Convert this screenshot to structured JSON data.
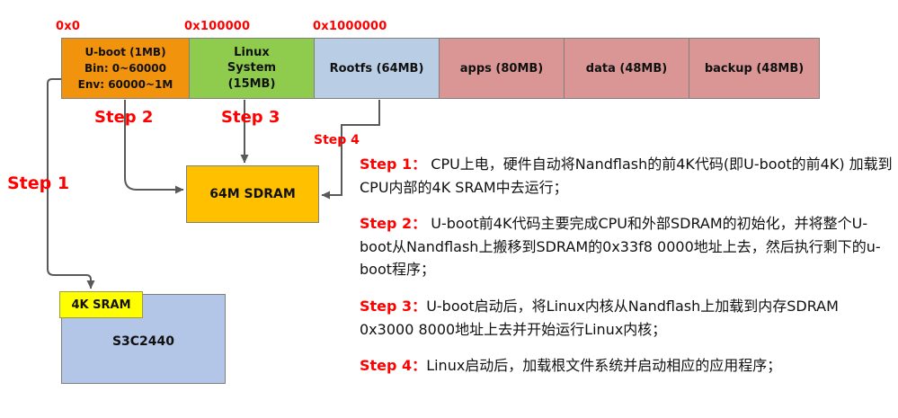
{
  "colors": {
    "uboot_orange": "#F2930D",
    "linux_green": "#8FCC4E",
    "rootfs_blue": "#B9CDE5",
    "storage_pink": "#D99694",
    "sdram_gold": "#FFC000",
    "sram_yellow": "#FFFF00",
    "chip_blue": "#B3C6E7",
    "accent_red": "#FF0000",
    "arrow_gray": "#595959",
    "border_gray": "#7F7F7F"
  },
  "addresses": [
    {
      "label": "0x0"
    },
    {
      "label": "0x100000"
    },
    {
      "label": "0x1000000"
    }
  ],
  "flash": {
    "partitions": [
      {
        "lines": [
          "U-boot (1MB)",
          "Bin: 0~60000",
          "Env: 60000~1M"
        ]
      },
      {
        "label": "Linux System (15MB)"
      },
      {
        "label": "Rootfs (64MB)"
      },
      {
        "label": "apps (80MB)"
      },
      {
        "label": "data (48MB)"
      },
      {
        "label": "backup (48MB)"
      }
    ]
  },
  "diagram": {
    "step1_label": "Step 1",
    "step2_label": "Step 2",
    "step3_label": "Step 3",
    "step4_label": "Step 4",
    "sdram_label": "64M SDRAM",
    "sram_label": "4K SRAM",
    "chip_label": "S3C2440"
  },
  "descriptions": [
    {
      "label": "Step 1：",
      "text": " CPU上电，硬件自动将Nandflash的前4K代码(即U-boot的前4K) 加载到CPU内部的4K SRAM中去运行；"
    },
    {
      "label": "Step 2：",
      "text": " U-boot前4K代码主要完成CPU和外部SDRAM的初始化，并将整个U-boot从Nandflash上搬移到SDRAM的0x33f8 0000地址上去，然后执行剩下的u-boot程序；"
    },
    {
      "label": "Step 3：",
      "text": "U-boot启动后，将Linux内核从Nandflash上加载到内存SDRAM 0x3000 8000地址上去并开始运行Linux内核；"
    },
    {
      "label": "Step 4：",
      "text": "Linux启动后，加载根文件系统并启动相应的应用程序；"
    }
  ]
}
